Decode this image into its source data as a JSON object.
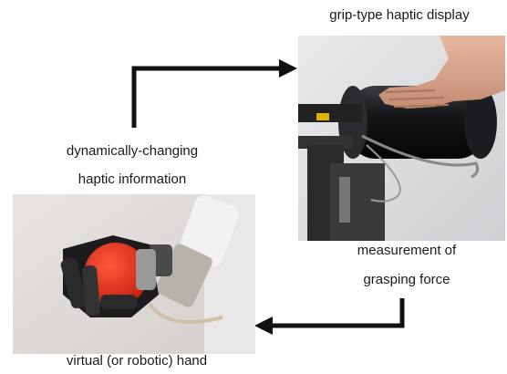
{
  "labels": {
    "grip_display": "grip-type haptic display",
    "dynamic_line1": "dynamically-changing",
    "dynamic_line2": "haptic information",
    "measurement_line1": "measurement of",
    "grasping_line2": "grasping force",
    "virtual_hand": "virtual (or robotic) hand"
  },
  "photos": {
    "haptic_display": "grip-type haptic display device held by a human hand",
    "robotic_hand": "robotic hand grasping a red ball"
  },
  "colors": {
    "arrow": "#111111",
    "ball": "#e8341c"
  }
}
